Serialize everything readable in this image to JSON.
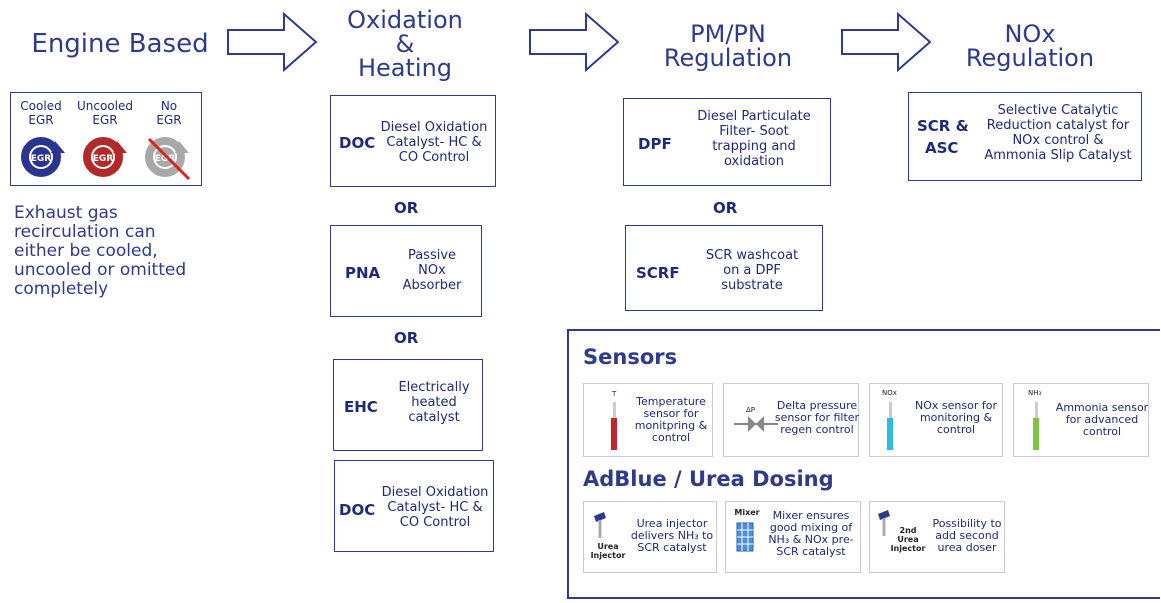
{
  "stages": {
    "engine": {
      "title": "Engine Based"
    },
    "oxidation": {
      "line1": "Oxidation",
      "line2": "&",
      "line3": "Heating"
    },
    "pm": {
      "line1": "PM/PN",
      "line2": "Regulation"
    },
    "nox": {
      "line1": "NOx",
      "line2": "Regulation"
    }
  },
  "egr": {
    "cooled": {
      "line1": "Cooled",
      "line2": "EGR"
    },
    "uncooled": {
      "line1": "Uncooled",
      "line2": "EGR"
    },
    "none": {
      "line1": "No",
      "line2": "EGR"
    },
    "icon_text": "EGR",
    "colors": {
      "cooled": "#2a3590",
      "uncooled": "#b02a2a",
      "none": "#a8a8a8",
      "cross": "#e02020"
    },
    "description": [
      "Exhaust gas",
      "recirculation can",
      "either be cooled,",
      "uncooled or omitted",
      "completely"
    ]
  },
  "oxidation_boxes": [
    {
      "tag": "DOC",
      "lines": [
        "Diesel Oxidation",
        "Catalyst- HC &",
        "CO Control"
      ]
    },
    {
      "tag": "PNA",
      "lines": [
        "Passive",
        "NOx",
        "Absorber"
      ]
    },
    {
      "tag": "EHC",
      "lines": [
        "Electrically",
        "heated",
        "catalyst"
      ]
    },
    {
      "tag": "DOC",
      "lines": [
        "Diesel Oxidation",
        "Catalyst- HC &",
        "CO Control"
      ]
    }
  ],
  "or_label": "OR",
  "pm_boxes": [
    {
      "tag": "DPF",
      "lines": [
        "Diesel Particulate",
        "Filter- Soot",
        "trapping and",
        "oxidation"
      ]
    },
    {
      "tag": "SCRF",
      "lines": [
        "SCR washcoat",
        "on a DPF",
        "substrate"
      ]
    }
  ],
  "nox_box": {
    "tag1": "SCR &",
    "tag2": "ASC",
    "lines": [
      "Selective Catalytic",
      "Reduction catalyst for",
      "NOx control &",
      "Ammonia Slip Catalyst"
    ]
  },
  "sensors": {
    "title": "Sensors",
    "items": [
      {
        "icon_label": "T",
        "lines": [
          "Temperature",
          "sensor for",
          "monitpring &",
          "control"
        ],
        "color": "#c0262b"
      },
      {
        "icon_label": "ΔP",
        "lines": [
          "Delta pressure",
          "sensor for filter",
          "regen control"
        ],
        "color": "#888888"
      },
      {
        "icon_label": "NOx",
        "lines": [
          "NOx sensor for",
          "monitoring &",
          "control"
        ],
        "color": "#2bbbe8"
      },
      {
        "icon_label": "NH₃",
        "lines": [
          "Ammonia sensor",
          "for advanced",
          "control"
        ],
        "color": "#7cc444"
      }
    ]
  },
  "dosing": {
    "title": "AdBlue / Urea Dosing",
    "items": [
      {
        "icon_line1": "Urea",
        "icon_line2": "Injector",
        "lines": [
          "Urea injector",
          "delivers NH₃ to",
          "SCR catalyst"
        ]
      },
      {
        "icon_line1": "Mixer",
        "lines": [
          "Mixer ensures",
          "good mixing of",
          "NH₃ & NOx pre-",
          "SCR catalyst"
        ]
      },
      {
        "icon_line0": "2nd",
        "icon_line1": "Urea",
        "icon_line2": "Injector",
        "lines": [
          "Possibility to",
          "add second",
          "urea doser"
        ]
      }
    ]
  }
}
